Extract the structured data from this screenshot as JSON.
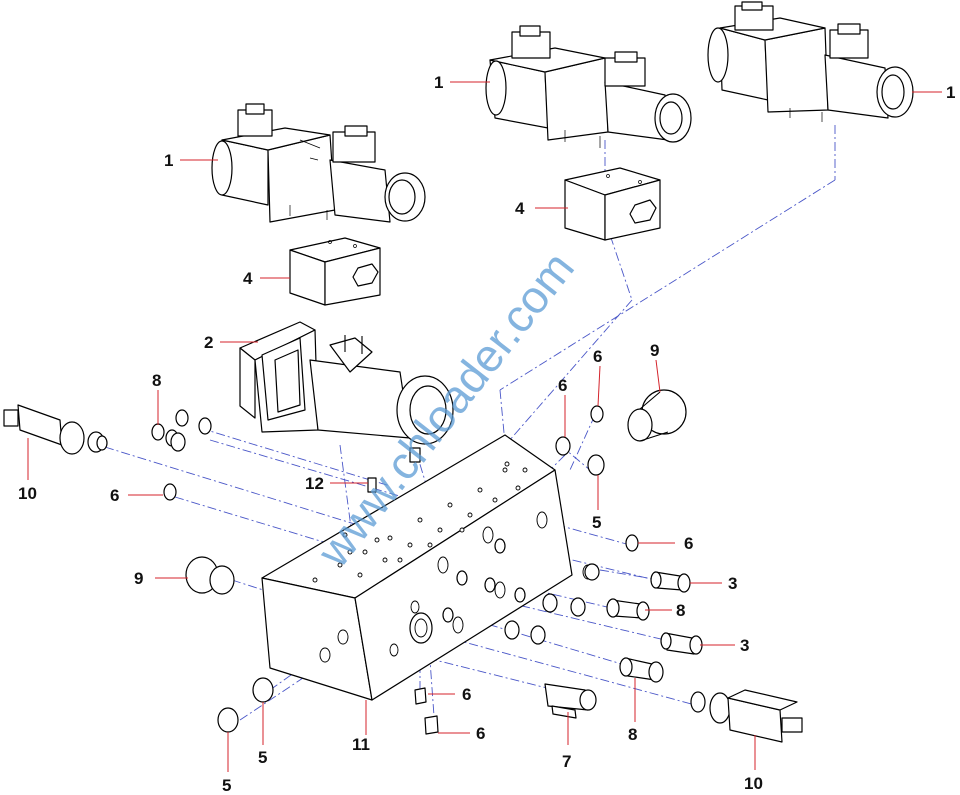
{
  "watermark": "www.chloader.com",
  "labels": [
    {
      "id": "1a",
      "text": "1"
    },
    {
      "id": "1b",
      "text": "1"
    },
    {
      "id": "1c",
      "text": "1"
    },
    {
      "id": "4a",
      "text": "4"
    },
    {
      "id": "4b",
      "text": "4"
    },
    {
      "id": "2",
      "text": "2"
    },
    {
      "id": "8a",
      "text": "8"
    },
    {
      "id": "10a",
      "text": "10"
    },
    {
      "id": "6a",
      "text": "6"
    },
    {
      "id": "12",
      "text": "12"
    },
    {
      "id": "9a",
      "text": "9"
    },
    {
      "id": "6b",
      "text": "6"
    },
    {
      "id": "6c",
      "text": "6"
    },
    {
      "id": "9b",
      "text": "9"
    },
    {
      "id": "5a",
      "text": "5"
    },
    {
      "id": "6d",
      "text": "6"
    },
    {
      "id": "3a",
      "text": "3"
    },
    {
      "id": "8b",
      "text": "8"
    },
    {
      "id": "3b",
      "text": "3"
    },
    {
      "id": "8c",
      "text": "8"
    },
    {
      "id": "6e",
      "text": "6"
    },
    {
      "id": "6f",
      "text": "6"
    },
    {
      "id": "7",
      "text": "7"
    },
    {
      "id": "11",
      "text": "11"
    },
    {
      "id": "5b",
      "text": "5"
    },
    {
      "id": "5c",
      "text": "5"
    },
    {
      "id": "10b",
      "text": "10"
    }
  ],
  "colors": {
    "line": "#000000",
    "leader": "#d4232b",
    "centerline": "#4a57c8",
    "watermark": "#5b9bd5"
  }
}
